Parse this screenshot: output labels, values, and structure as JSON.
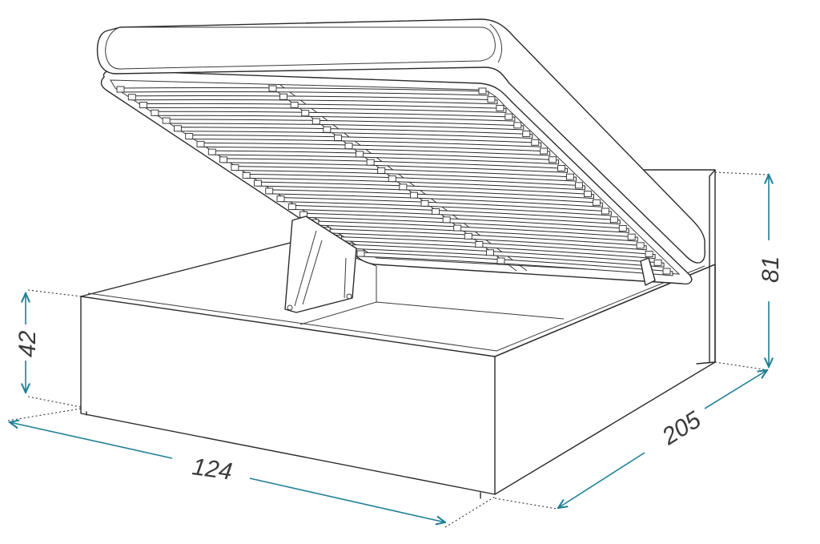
{
  "dimensions": {
    "width": "124",
    "length": "205",
    "frame_height": "42",
    "headboard_height": "81"
  },
  "colors": {
    "dimension_line": "#1f7f96",
    "outline": "#2b2b2b",
    "background": "#ffffff"
  }
}
